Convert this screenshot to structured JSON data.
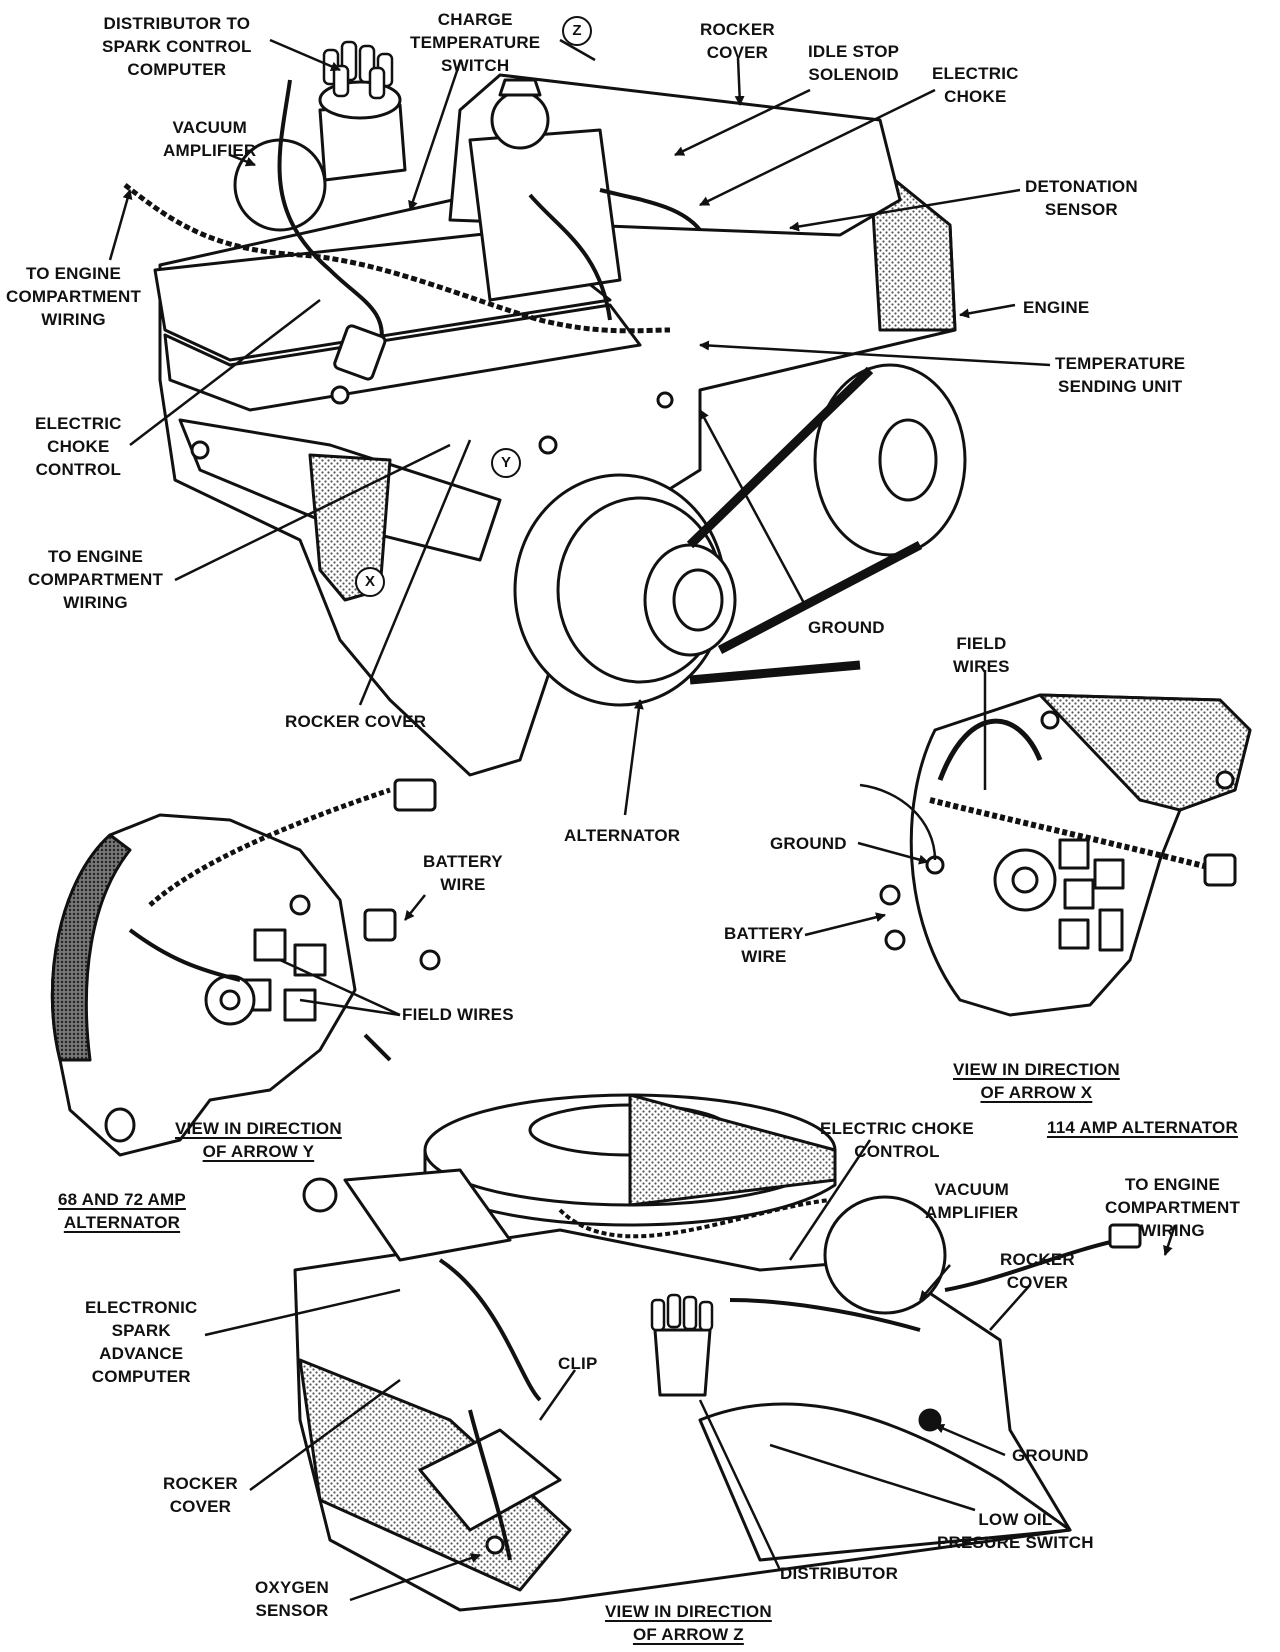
{
  "labels": {
    "distributor_to_spark": "DISTRIBUTOR TO\nSPARK CONTROL\nCOMPUTER",
    "charge_temp_switch": "CHARGE\nTEMPERATURE\nSWITCH",
    "rocker_cover_top": "ROCKER\nCOVER",
    "idle_stop": "IDLE STOP\nSOLENOID",
    "electric_choke": "ELECTRIC\nCHOKE",
    "vacuum_amplifier_top": "VACUUM\nAMPLIFIER",
    "detonation_sensor": "DETONATION\nSENSOR",
    "to_engine_wiring_1": "TO ENGINE\nCOMPARTMENT\nWIRING",
    "engine": "ENGINE",
    "temp_sending_unit": "TEMPERATURE\nSENDING UNIT",
    "electric_choke_control_left": "ELECTRIC\nCHOKE\nCONTROL",
    "to_engine_wiring_2": "TO ENGINE\nCOMPARTMENT\nWIRING",
    "ground_top": "GROUND",
    "field_wires_x": "FIELD\nWIRES",
    "rocker_cover_mid": "ROCKER COVER",
    "alternator": "ALTERNATOR",
    "battery_wire_y": "BATTERY\nWIRE",
    "ground_x": "GROUND",
    "battery_wire_x": "BATTERY\nWIRE",
    "field_wires_y": "FIELD WIRES",
    "view_arrow_x": "VIEW IN DIRECTION\nOF ARROW X",
    "view_arrow_y": "VIEW IN DIRECTION\nOF ARROW Y",
    "amp_114": "114 AMP ALTERNATOR",
    "amp_68_72": "68 AND 72 AMP\nALTERNATOR",
    "electric_choke_control_bottom": "ELECTRIC CHOKE\nCONTROL",
    "vacuum_amplifier_bottom": "VACUUM\nAMPLIFIER",
    "to_engine_wiring_3": "TO ENGINE\nCOMPARTMENT\nWIRING",
    "rocker_cover_right": "ROCKER\nCOVER",
    "esa_computer": "ELECTRONIC\nSPARK\nADVANCE\nCOMPUTER",
    "clip": "CLIP",
    "ground_bottom": "GROUND",
    "rocker_cover_bottom": "ROCKER\nCOVER",
    "low_oil": "LOW OIL\nPRESURE SWITCH",
    "distributor": "DISTRIBUTOR",
    "oxygen_sensor": "OXYGEN\nSENSOR",
    "view_arrow_z": "VIEW IN DIRECTION\nOF ARROW Z"
  },
  "arrow_letters": {
    "z": "Z",
    "y": "Y",
    "x": "X"
  }
}
